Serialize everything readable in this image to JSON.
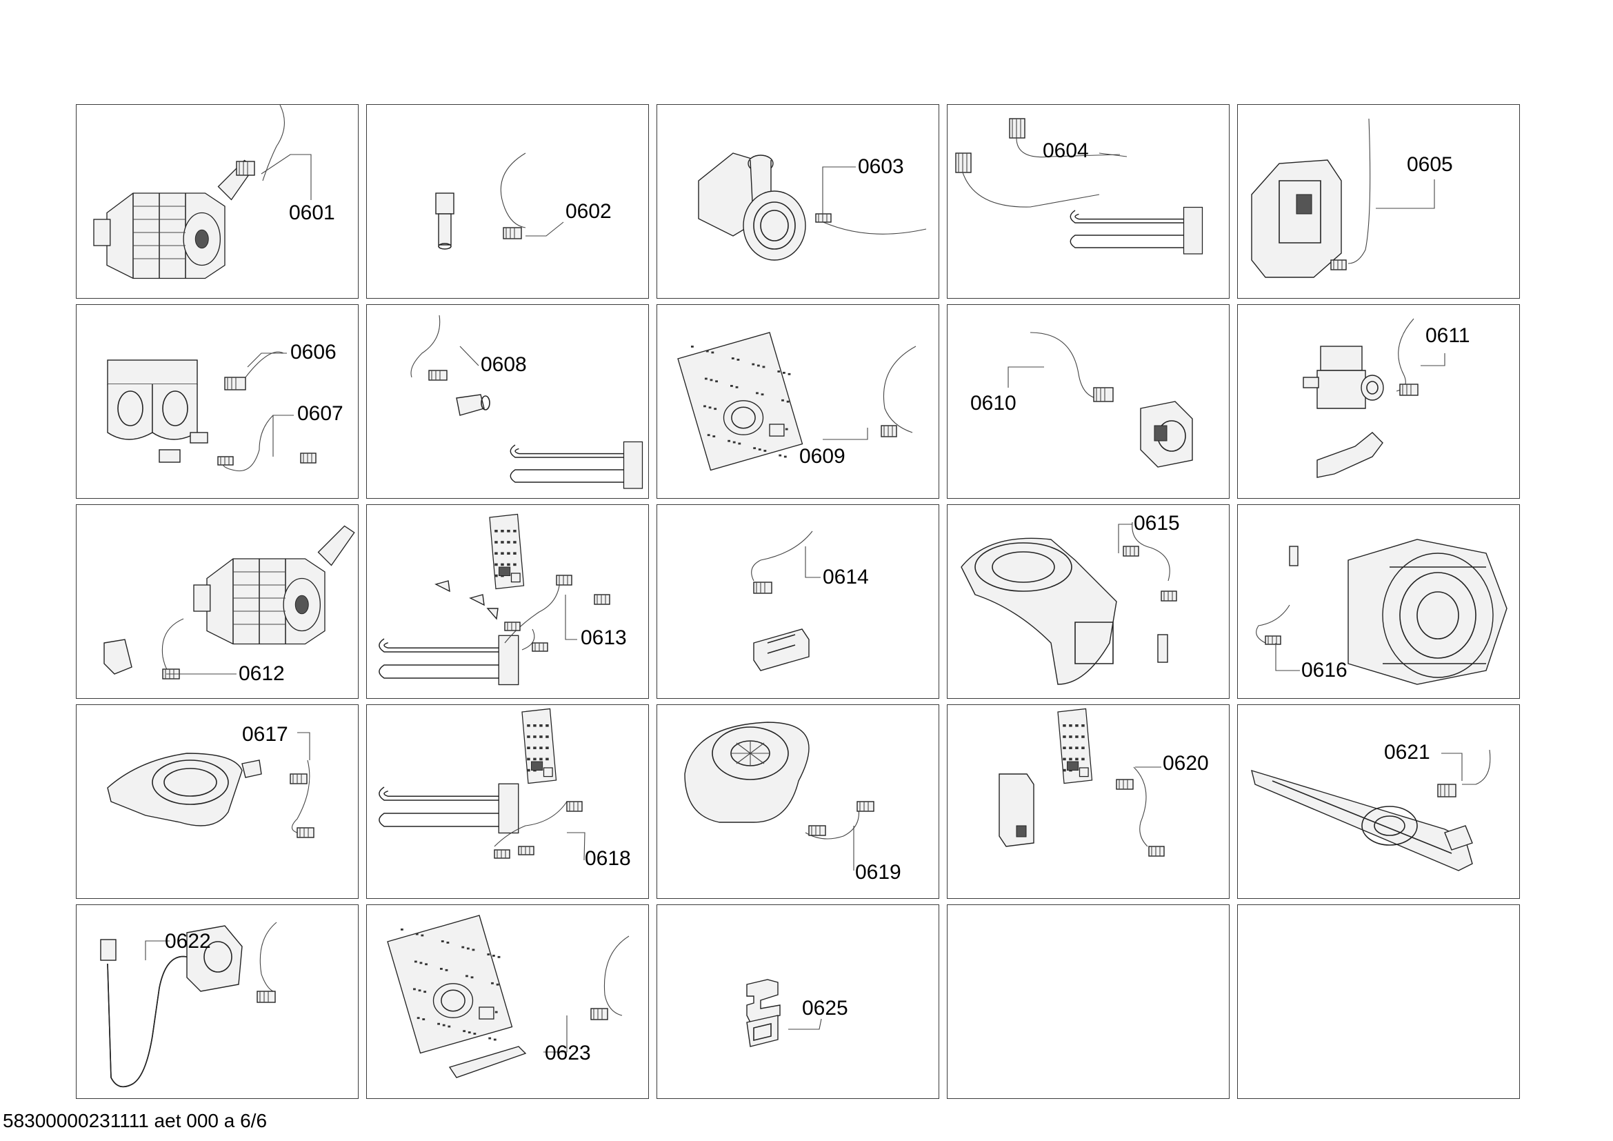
{
  "parts": [
    {
      "label": "0601",
      "shape": "motor-icon"
    },
    {
      "label": "0602",
      "shape": "sensor-cable-icon"
    },
    {
      "label": "0603",
      "shape": "drain-pump-icon"
    },
    {
      "label": "0604",
      "shape": "heater-cable-icon"
    },
    {
      "label": "0605",
      "shape": "module-cable-icon"
    },
    {
      "label": "0606",
      "shape": "valve-block-icon"
    },
    {
      "label": "0607",
      "shape": "valve-block-icon"
    },
    {
      "label": "0608",
      "shape": "heater-cable-icon"
    },
    {
      "label": "0609",
      "shape": "control-board-icon"
    },
    {
      "label": "0610",
      "shape": "door-lock-icon"
    },
    {
      "label": "0611",
      "shape": "valve-cable-icon"
    },
    {
      "label": "0612",
      "shape": "motor-icon"
    },
    {
      "label": "0613",
      "shape": "heater-board-icon"
    },
    {
      "label": "0614",
      "shape": "bracket-cable-icon"
    },
    {
      "label": "0615",
      "shape": "tub-half-icon"
    },
    {
      "label": "0616",
      "shape": "drum-icon"
    },
    {
      "label": "0617",
      "shape": "tub-half-icon"
    },
    {
      "label": "0618",
      "shape": "heater-board-icon"
    },
    {
      "label": "0619",
      "shape": "fan-housing-icon"
    },
    {
      "label": "0620",
      "shape": "module-pair-icon"
    },
    {
      "label": "0621",
      "shape": "rail-icon"
    },
    {
      "label": "0622",
      "shape": "hose-pump-icon"
    },
    {
      "label": "0623",
      "shape": "control-board-icon"
    },
    {
      "label": "0625",
      "shape": "clip-icon"
    },
    {
      "label": "",
      "shape": "empty"
    },
    {
      "label": "",
      "shape": "empty"
    }
  ],
  "footer": "58300000231111 aet 000 a 6/6"
}
